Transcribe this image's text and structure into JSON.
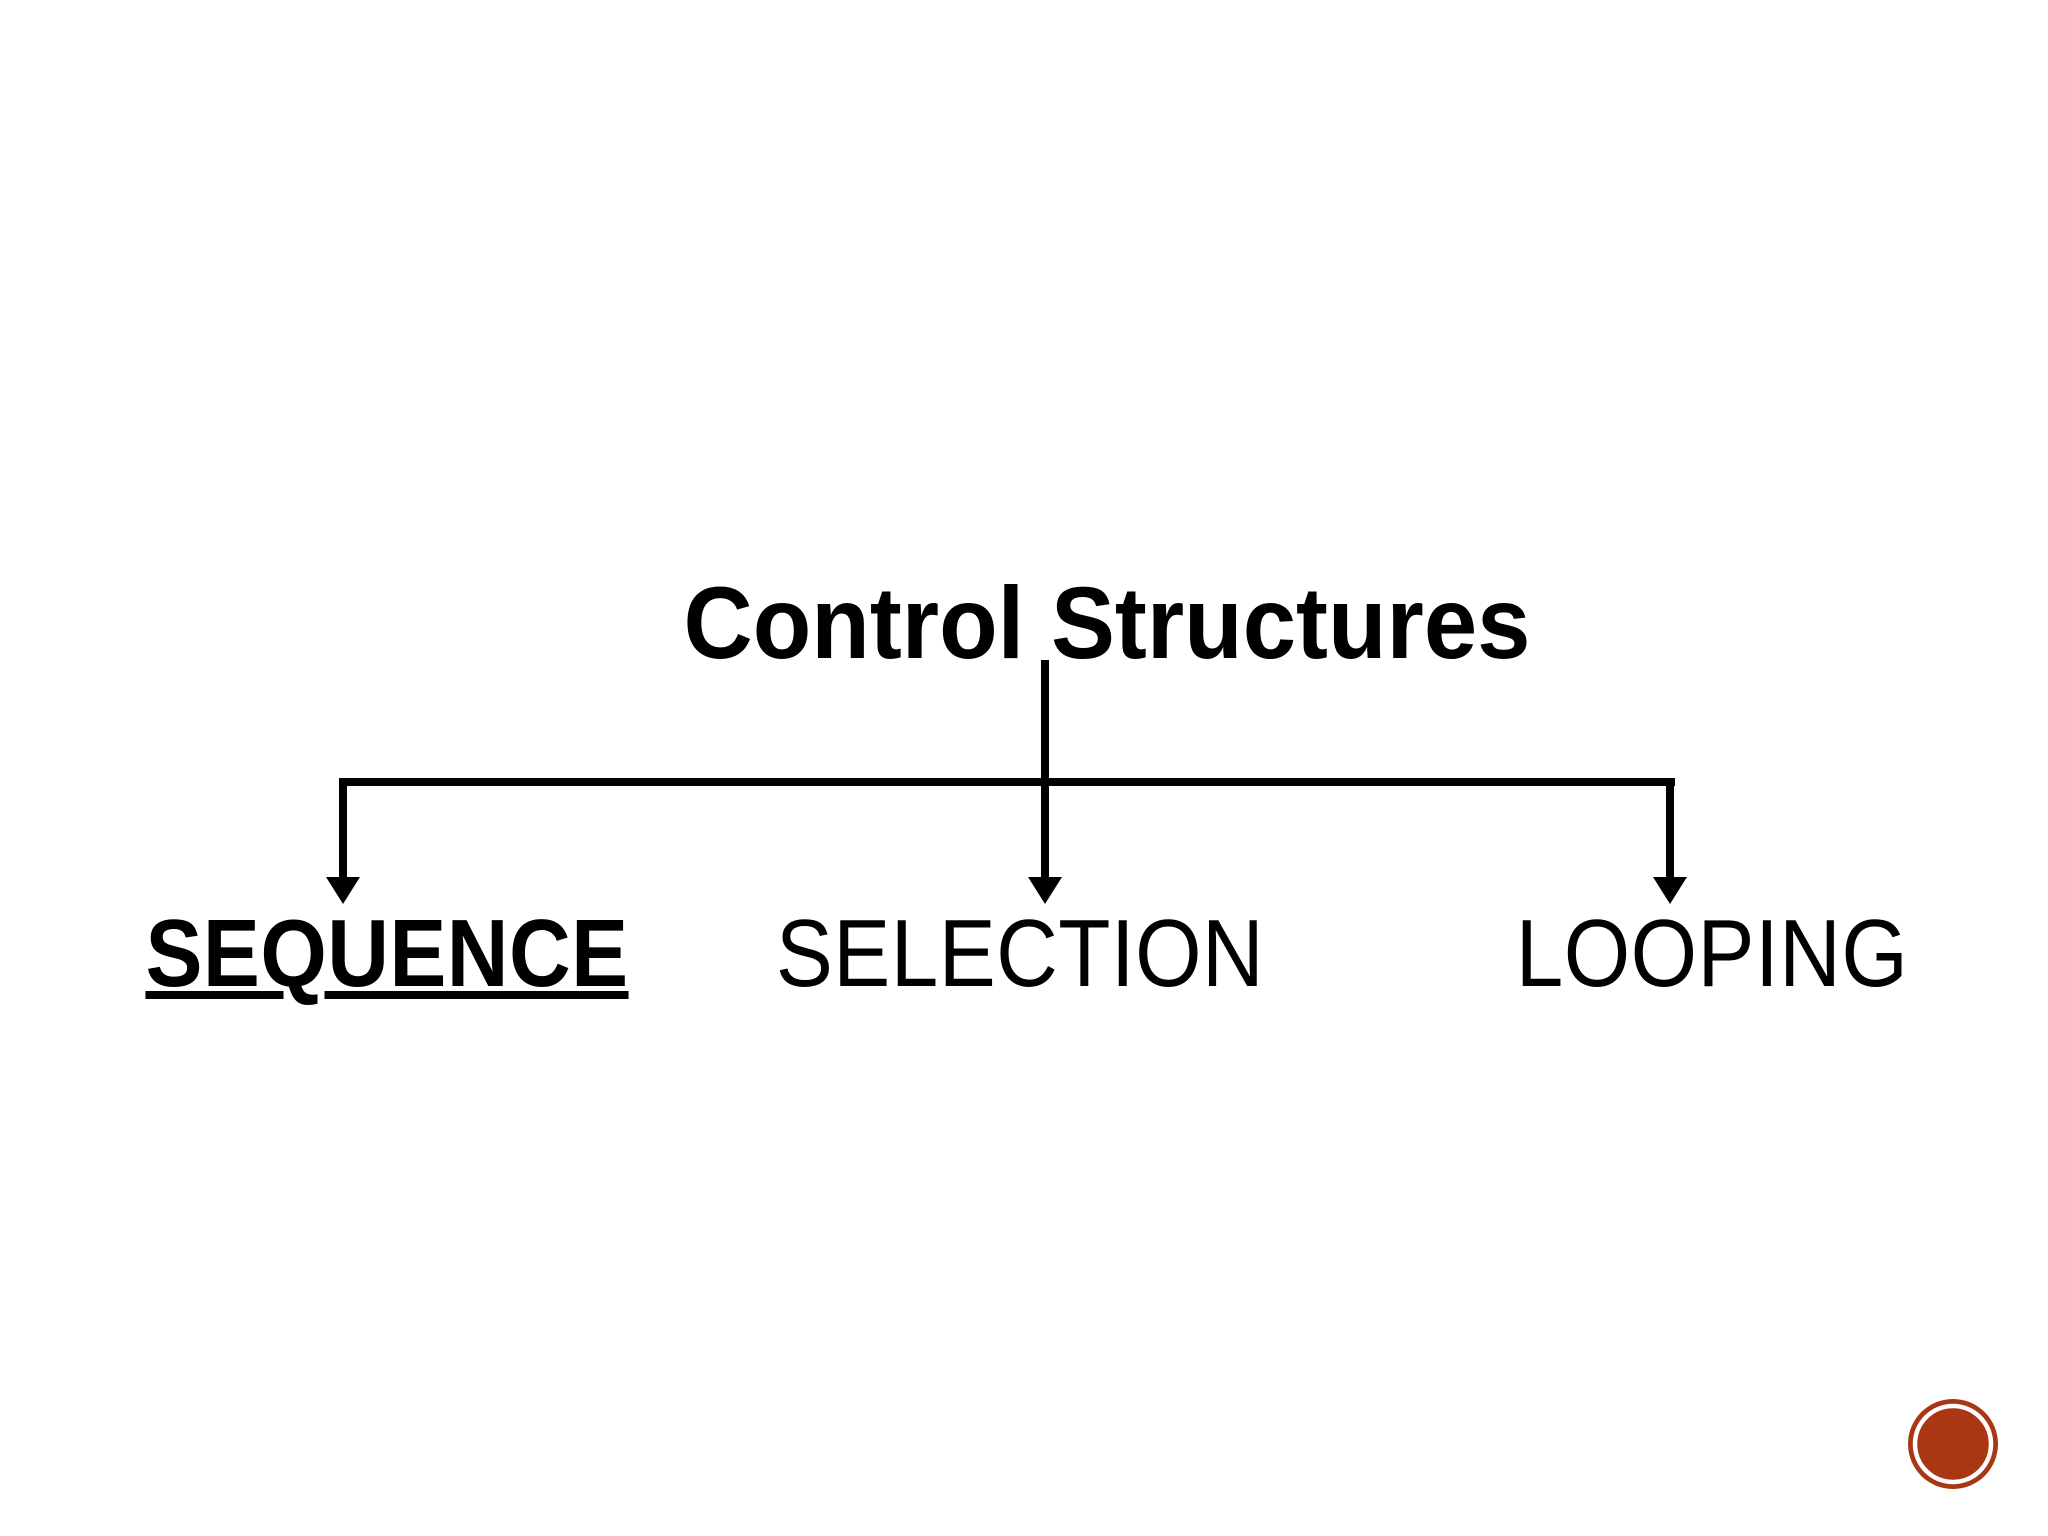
{
  "diagram": {
    "root_label": "Control Structures",
    "children": [
      {
        "label": "SEQUENCE",
        "emphasis": "bold-underline"
      },
      {
        "label": "SELECTION",
        "emphasis": "regular"
      },
      {
        "label": "LOOPING",
        "emphasis": "regular"
      }
    ]
  },
  "decoration": {
    "stamp_color": "#A93713",
    "stamp_ring_color": "#FFFFFF",
    "line_color": "#000000",
    "background_color": "#FFFFFF"
  }
}
